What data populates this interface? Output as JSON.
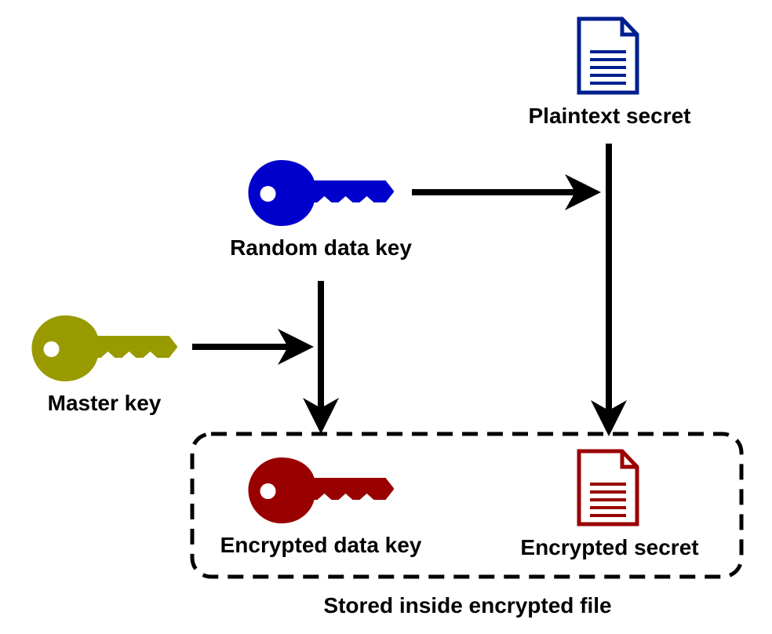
{
  "colors": {
    "random_key": "#0000cc",
    "master_key": "#999900",
    "encrypted_key": "#990000",
    "plaintext_doc": "#001f8f",
    "encrypted_doc": "#990000",
    "arrow": "#000000",
    "box_border": "#000000"
  },
  "icons": {
    "random_key": "key-icon",
    "master_key": "key-icon",
    "encrypted_key": "key-icon",
    "plaintext_doc": "document-icon",
    "encrypted_doc": "document-icon"
  },
  "labels": {
    "plaintext_secret": "Plaintext secret",
    "random_data_key": "Random data key",
    "master_key": "Master key",
    "encrypted_data_key": "Encrypted data key",
    "encrypted_secret": "Encrypted secret",
    "stored_inside": "Stored inside encrypted file"
  }
}
